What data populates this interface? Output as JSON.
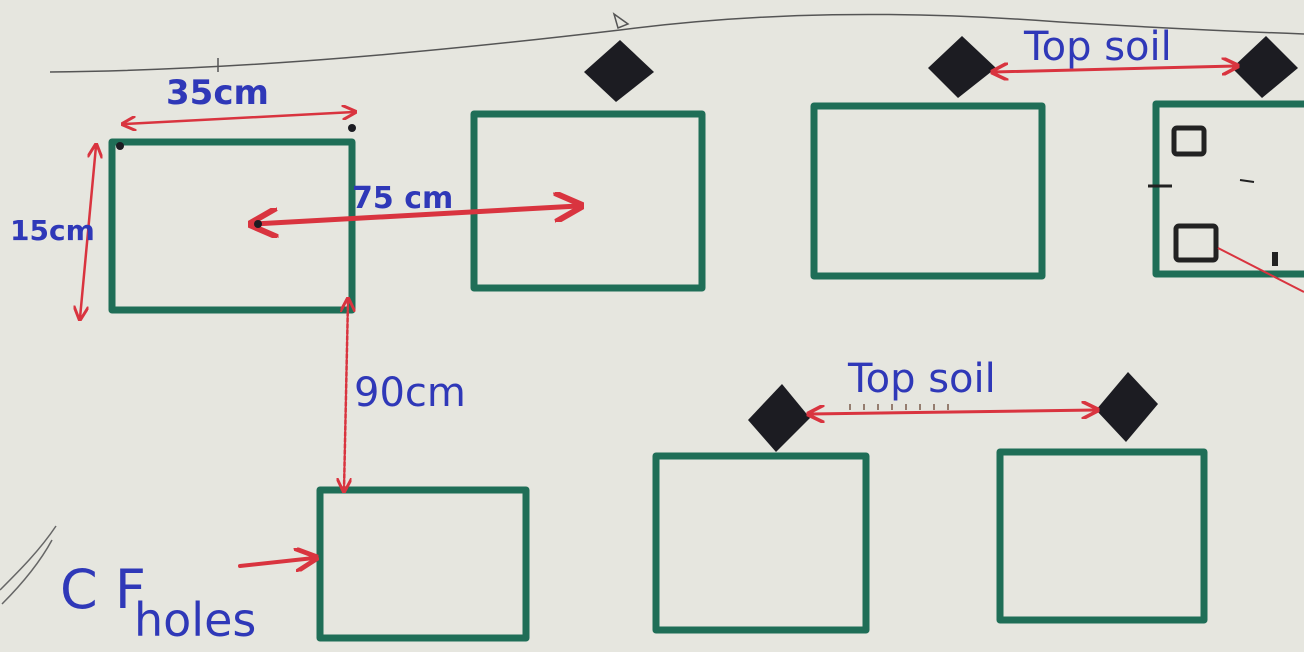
{
  "labels": {
    "width_dim": "35cm",
    "height_dim": "15cm",
    "row_spacing": "75 cm",
    "col_spacing": "90cm",
    "top_soil_upper": "Top soil",
    "top_soil_lower": "Top soil",
    "cf_letters": "C F",
    "cf_holes": "holes"
  },
  "colors": {
    "paper": "#e6e6df",
    "hole_outline": "#1f6e57",
    "arrow_red": "#d9343f",
    "ink_blue": "#2f38b8",
    "soil_black": "#1c1c22"
  }
}
